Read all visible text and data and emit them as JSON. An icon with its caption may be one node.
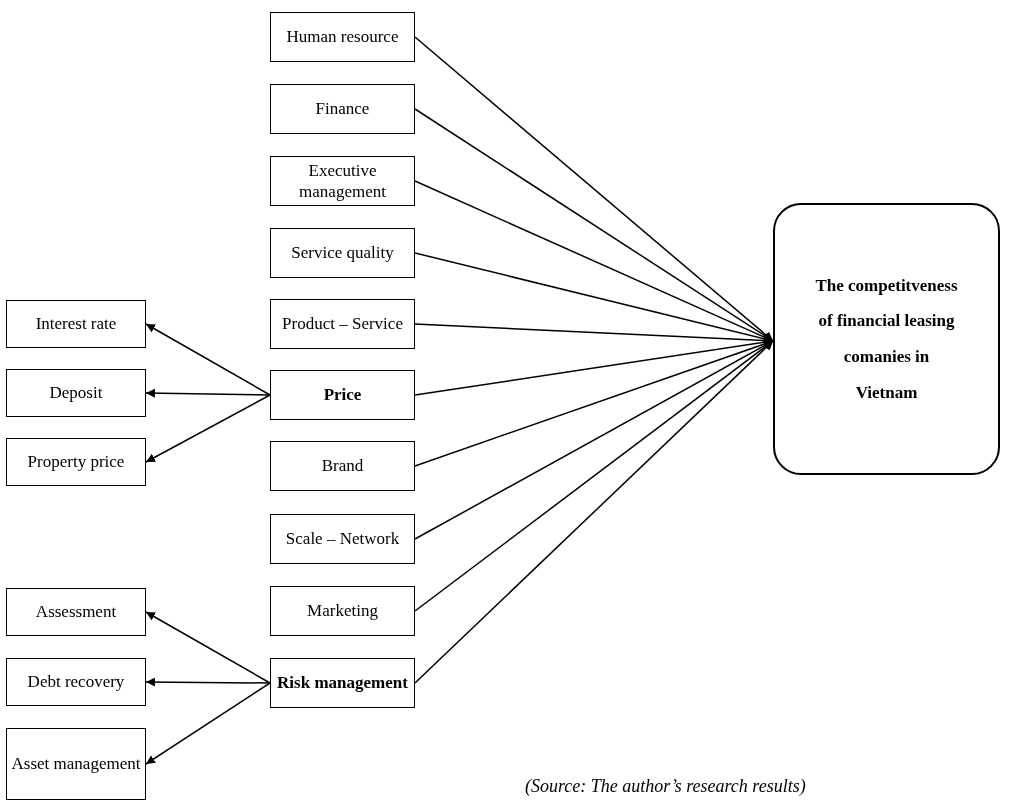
{
  "diagram": {
    "caption": "(Source: The author’s research results)",
    "nodes": [
      {
        "text": [
          "Human resource"
        ]
      },
      {
        "text": [
          "Finance"
        ]
      },
      {
        "text": [
          "Executive management"
        ]
      },
      {
        "text": [
          "Service quality"
        ]
      },
      {
        "text": [
          "Product – Service"
        ]
      },
      {
        "text": [
          "Price"
        ]
      },
      {
        "text": [
          "Brand"
        ]
      },
      {
        "text": [
          "Scale – Network"
        ]
      },
      {
        "text": [
          "Marketing"
        ]
      },
      {
        "text": [
          "Risk management"
        ]
      },
      {
        "text": [
          "The competitveness of financial leasing comanies in Vietnam"
        ]
      },
      {
        "text": [
          "Interest rate"
        ]
      },
      {
        "text": [
          "Deposit"
        ]
      },
      {
        "text": [
          "Property price"
        ]
      },
      {
        "text": [
          "Assessment"
        ]
      },
      {
        "text": [
          "Debt recovery"
        ]
      },
      {
        "text": [
          "Asset management"
        ]
      }
    ],
    "edges": [
      {
        "from": 0,
        "to": 10,
        "arrow": "to"
      },
      {
        "from": 1,
        "to": 10,
        "arrow": "to"
      },
      {
        "from": 2,
        "to": 10,
        "arrow": "to"
      },
      {
        "from": 3,
        "to": 10,
        "arrow": "to"
      },
      {
        "from": 4,
        "to": 10,
        "arrow": "to"
      },
      {
        "from": 5,
        "to": 10,
        "arrow": "to"
      },
      {
        "from": 6,
        "to": 10,
        "arrow": "to"
      },
      {
        "from": 7,
        "to": 10,
        "arrow": "to"
      },
      {
        "from": 8,
        "to": 10,
        "arrow": "to"
      },
      {
        "from": 9,
        "to": 10,
        "arrow": "to"
      },
      {
        "from": 5,
        "to": 11,
        "arrow": "to"
      },
      {
        "from": 5,
        "to": 12,
        "arrow": "to"
      },
      {
        "from": 5,
        "to": 13,
        "arrow": "to"
      },
      {
        "from": 9,
        "to": 14,
        "arrow": "to"
      },
      {
        "from": 9,
        "to": 15,
        "arrow": "to"
      },
      {
        "from": 9,
        "to": 16,
        "arrow": "to"
      }
    ]
  }
}
